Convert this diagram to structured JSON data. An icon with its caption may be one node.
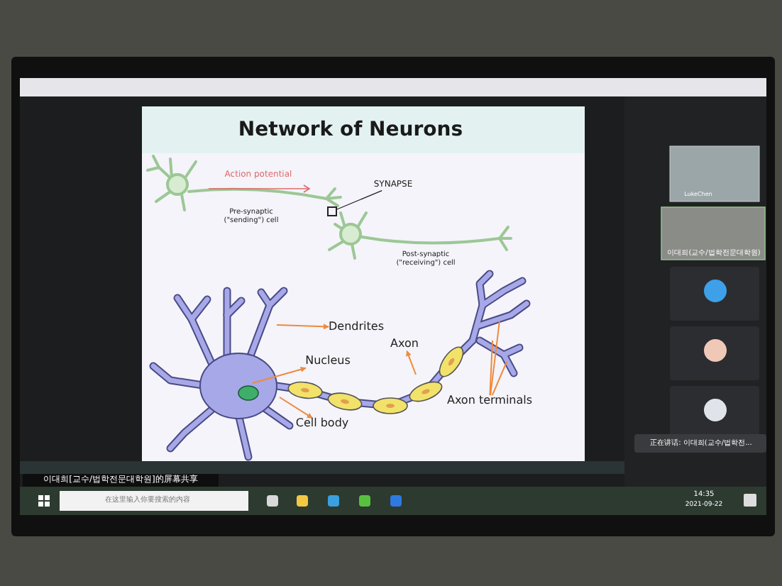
{
  "diagram": {
    "title": "Network of Neurons",
    "nodes": [
      {
        "text": [
          "SYNAPSE"
        ]
      },
      {
        "text": [],
        "shape": "box"
      },
      {
        "text": [
          "Dendrites"
        ]
      },
      {
        "text": [
          "Nucleus"
        ]
      },
      {
        "text": [
          "Axon"
        ]
      },
      {
        "text": [
          "Cell body"
        ]
      },
      {
        "text": [
          "Axon terminals"
        ]
      }
    ],
    "edges": [
      {
        "from": 0,
        "to": 1,
        "arrow": "none",
        "color": "#222222"
      },
      {
        "from": null,
        "to": 2,
        "arrow": "to"
      },
      {
        "from": null,
        "to": 3,
        "arrow": "to"
      },
      {
        "from": null,
        "to": 4,
        "arrow": "to"
      },
      {
        "from": null,
        "to": 5,
        "arrow": "to"
      },
      {
        "from": 6,
        "to": null,
        "arrow": "none"
      },
      {
        "from": 6,
        "to": null,
        "arrow": "none"
      },
      {
        "from": 6,
        "to": null,
        "arrow": "none"
      }
    ],
    "labels": [
      "Action potential",
      "Pre-synaptic (\"sending\") cell",
      "Post-synaptic (\"receiving\") cell",
      "LukeChen",
      "이대희(교수/법학전문대학원)",
      "正在讲话: 이대희(교수/법학전...",
      "이대희[교수/법학전문대학원]的屏幕共享",
      "在这里输入你要搜索的内容",
      "14:35",
      "2021-09-22"
    ]
  }
}
